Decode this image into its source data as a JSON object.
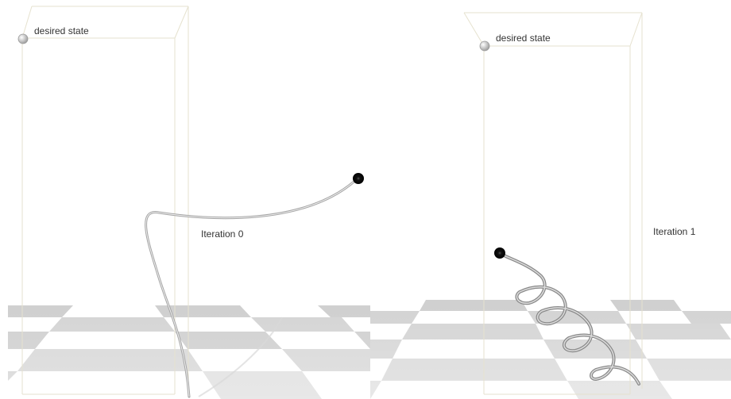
{
  "panels": [
    {
      "desired_label": "desired state",
      "iteration_label": "Iteration 0"
    },
    {
      "desired_label": "desired state",
      "iteration_label": "Iteration 1"
    }
  ],
  "colors": {
    "floor_dark": "#cfcfcf",
    "floor_light": "#ffffff",
    "box_edge": "#e6e2cf",
    "trajectory": "#9a9a9a",
    "ball": "#000000",
    "target_sphere": "#d0d0d0"
  },
  "icons": [
    "target-sphere-icon",
    "end-ball-icon"
  ]
}
